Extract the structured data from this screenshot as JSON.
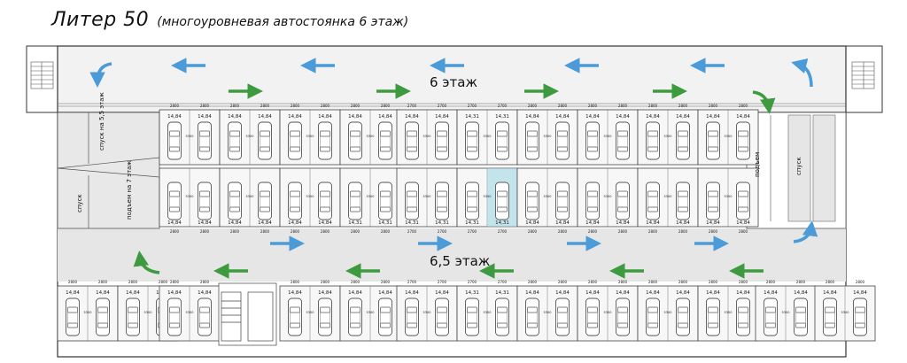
{
  "title": {
    "main": "Литер 50",
    "sub": "(многоуровневая автостоянка 6 этаж)"
  },
  "levels": {
    "upper": "6 этаж",
    "lower": "6,5 этаж"
  },
  "ramps": {
    "down_55": "спуск на 5,5 этаж",
    "up_7": "подъем на 7 этаж",
    "down_left": "спуск",
    "up_right": "подъем",
    "down_right": "спуск"
  },
  "parking": {
    "area_labels": [
      "14,84",
      "14,31"
    ],
    "width_labels": [
      "2800",
      "2700"
    ],
    "length_label": "5300",
    "highlighted_spot": "14,31"
  },
  "colors": {
    "blue_arrow": "#4a9bd8",
    "green_arrow": "#3e9a3e",
    "lane": "#e6e6e6",
    "wall": "#333333",
    "highlight": "#9ad6e3"
  },
  "icons": [
    "blue-direction-arrow",
    "green-direction-arrow",
    "car-icon",
    "staircase-icon"
  ]
}
